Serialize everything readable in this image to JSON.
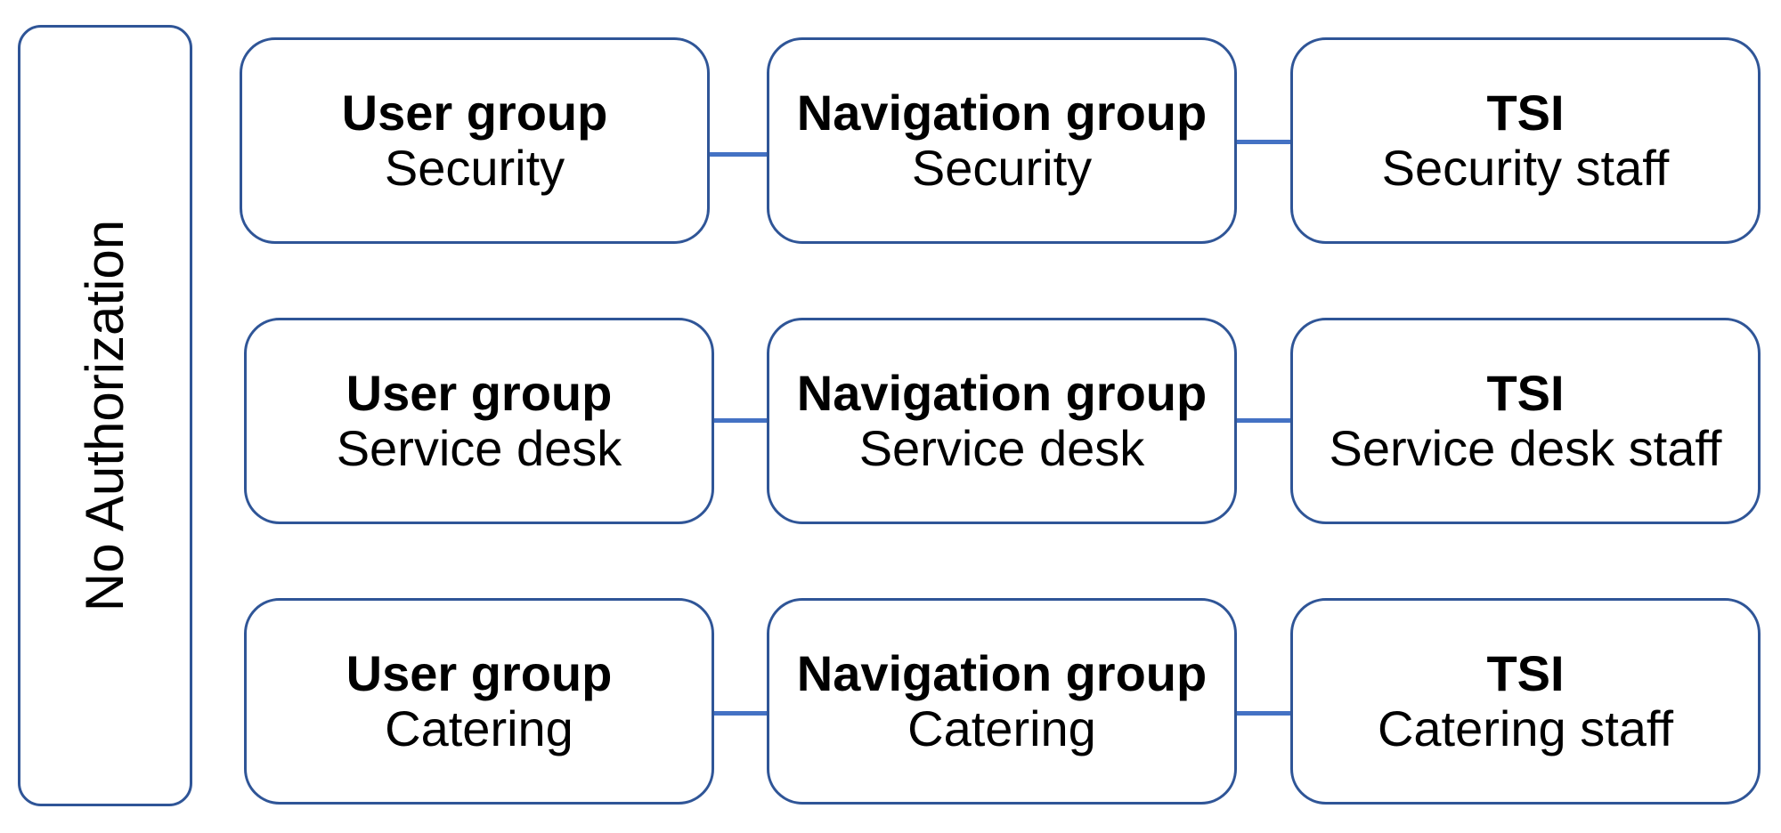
{
  "side_label": "No Authorization",
  "colors": {
    "border": "#2f5597",
    "connector": "#4472c4"
  },
  "rows": [
    {
      "user_group": {
        "title": "User group",
        "sub": "Security"
      },
      "nav_group": {
        "title": "Navigation group",
        "sub": "Security"
      },
      "tsi": {
        "title": "TSI",
        "sub": "Security staff"
      }
    },
    {
      "user_group": {
        "title": "User group",
        "sub": "Service desk"
      },
      "nav_group": {
        "title": "Navigation group",
        "sub": "Service desk"
      },
      "tsi": {
        "title": "TSI",
        "sub": "Service desk staff"
      }
    },
    {
      "user_group": {
        "title": "User group",
        "sub": "Catering"
      },
      "nav_group": {
        "title": "Navigation group",
        "sub": "Catering"
      },
      "tsi": {
        "title": "TSI",
        "sub": "Catering staff"
      }
    }
  ]
}
